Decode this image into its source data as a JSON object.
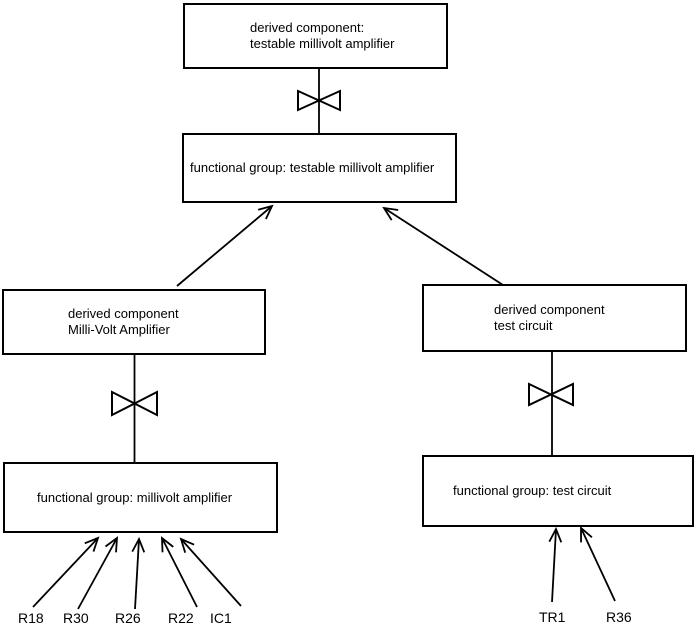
{
  "diagram": {
    "nodes": {
      "derived_testable": {
        "line1": "derived component:",
        "line2": "testable millivolt amplifier"
      },
      "fg_testable": {
        "label": "functional group: testable millivolt amplifier"
      },
      "derived_mv": {
        "line1": "derived component",
        "line2": "Milli-Volt Amplifier"
      },
      "derived_test": {
        "line1": "derived component",
        "line2": "test circuit"
      },
      "fg_mv": {
        "label": "functional group: millivolt amplifier"
      },
      "fg_test": {
        "label": "functional group: test circuit"
      }
    },
    "components_left": [
      "R18",
      "R30",
      "R26",
      "R22",
      "IC1"
    ],
    "components_right": [
      "TR1",
      "R36"
    ],
    "colors": {
      "line": "#000000",
      "background": "#ffffff",
      "text": "#000000",
      "box_border": "#000000"
    }
  }
}
